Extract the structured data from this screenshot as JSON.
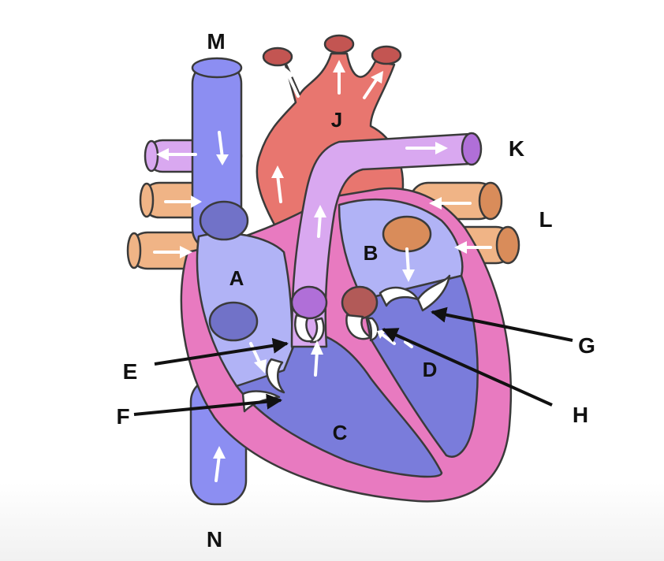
{
  "labels": {
    "A": "A",
    "B": "B",
    "C": "C",
    "D": "D",
    "E": "E",
    "F": "F",
    "G": "G",
    "H": "H",
    "J": "J",
    "K": "K",
    "L": "L",
    "M": "M",
    "N": "N"
  },
  "colors": {
    "vena_cava": "#8c8ef2",
    "right_atrium": "#b1b3f6",
    "right_ventricle": "#7a7cdb",
    "aorta": "#e8766f",
    "pulmonary_artery": "#d9a8f0",
    "pulmonary_vein": "#f0b486",
    "muscle": "#e87ac0",
    "left_atrium": "#b1b3f6",
    "left_ventricle": "#7a7cdb",
    "valve": "#ffffff",
    "pointer": "#111111"
  }
}
